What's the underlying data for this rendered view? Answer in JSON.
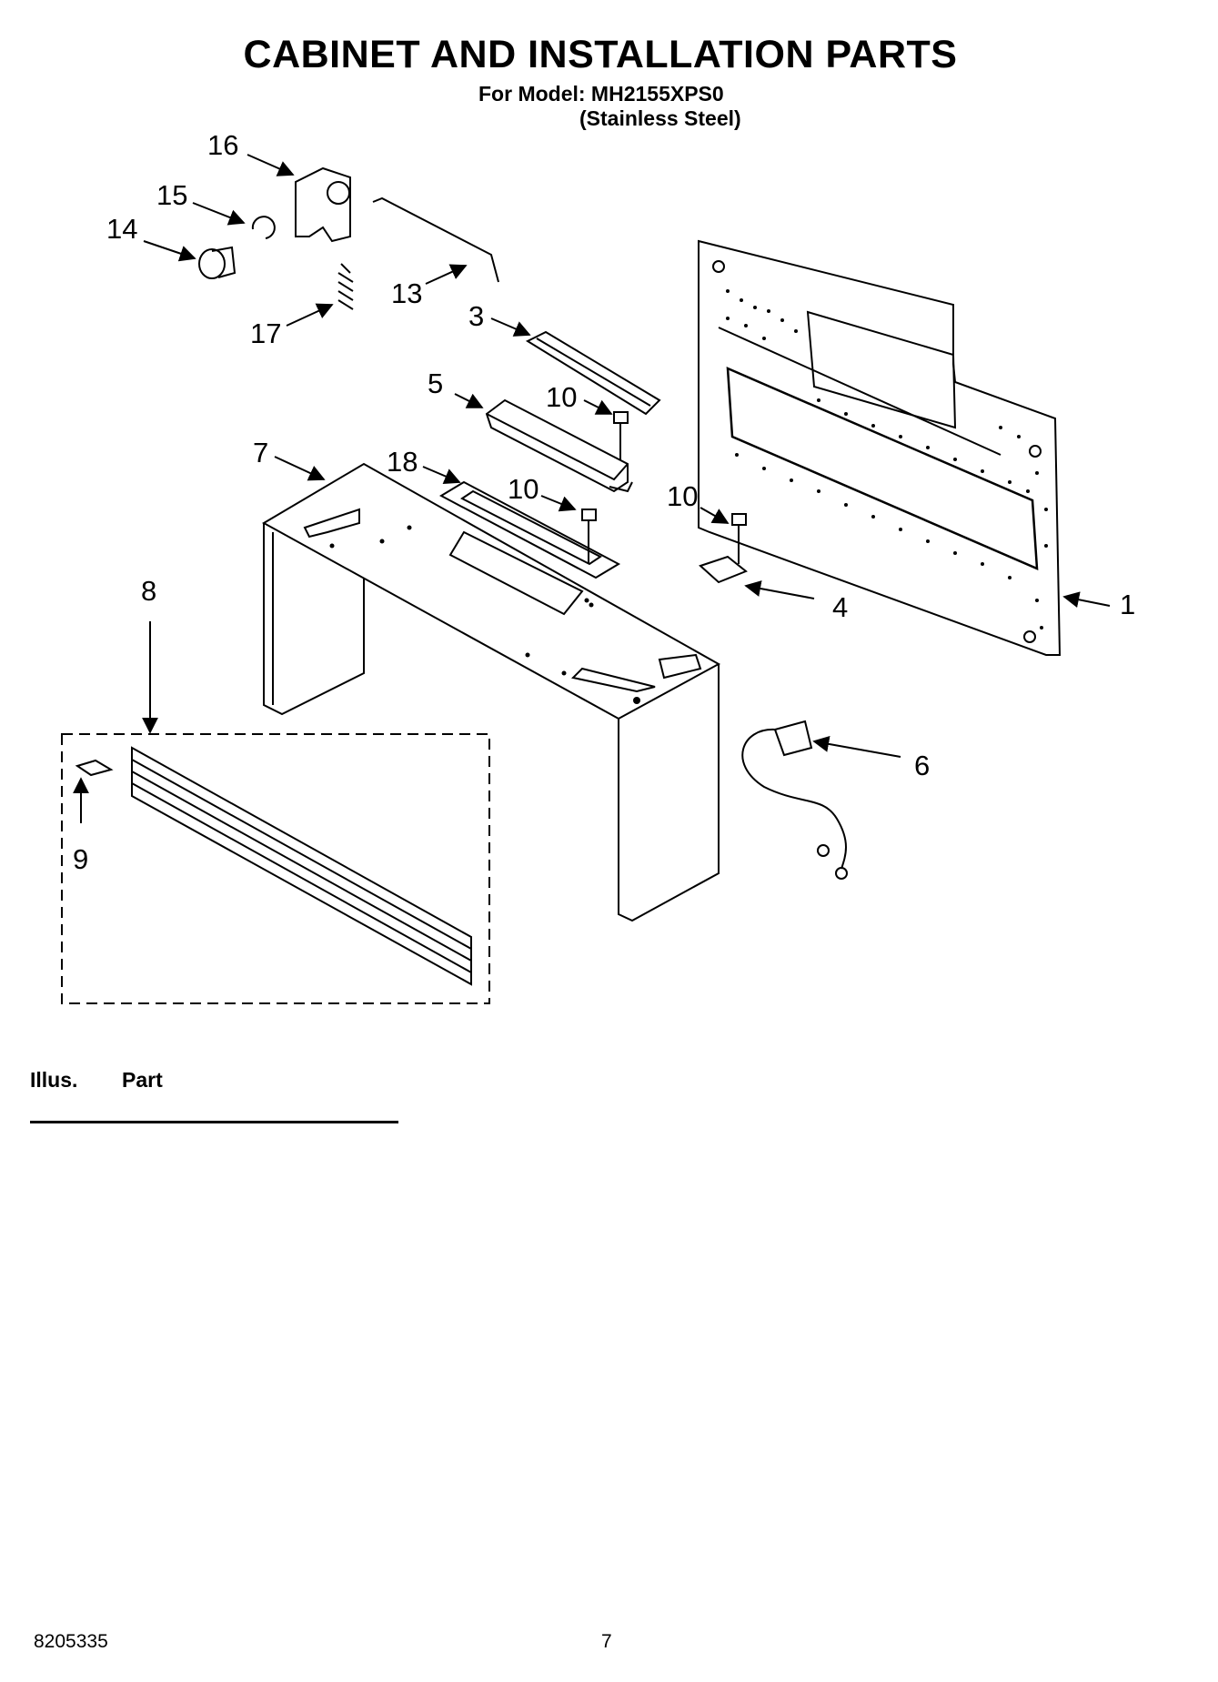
{
  "header": {
    "title": "CABINET AND INSTALLATION PARTS",
    "model": "For Model: MH2155XPS0",
    "variant": "(Stainless Steel)"
  },
  "callouts": [
    "16",
    "15",
    "14",
    "13",
    "17",
    "3",
    "5",
    "10",
    "7",
    "18",
    "10",
    "10",
    "4",
    "1",
    "8",
    "6",
    "9"
  ],
  "parts_table": {
    "col_illus": "Illus.",
    "col_part": "Part"
  },
  "footer": {
    "doc_number": "8205335",
    "page": "7"
  }
}
